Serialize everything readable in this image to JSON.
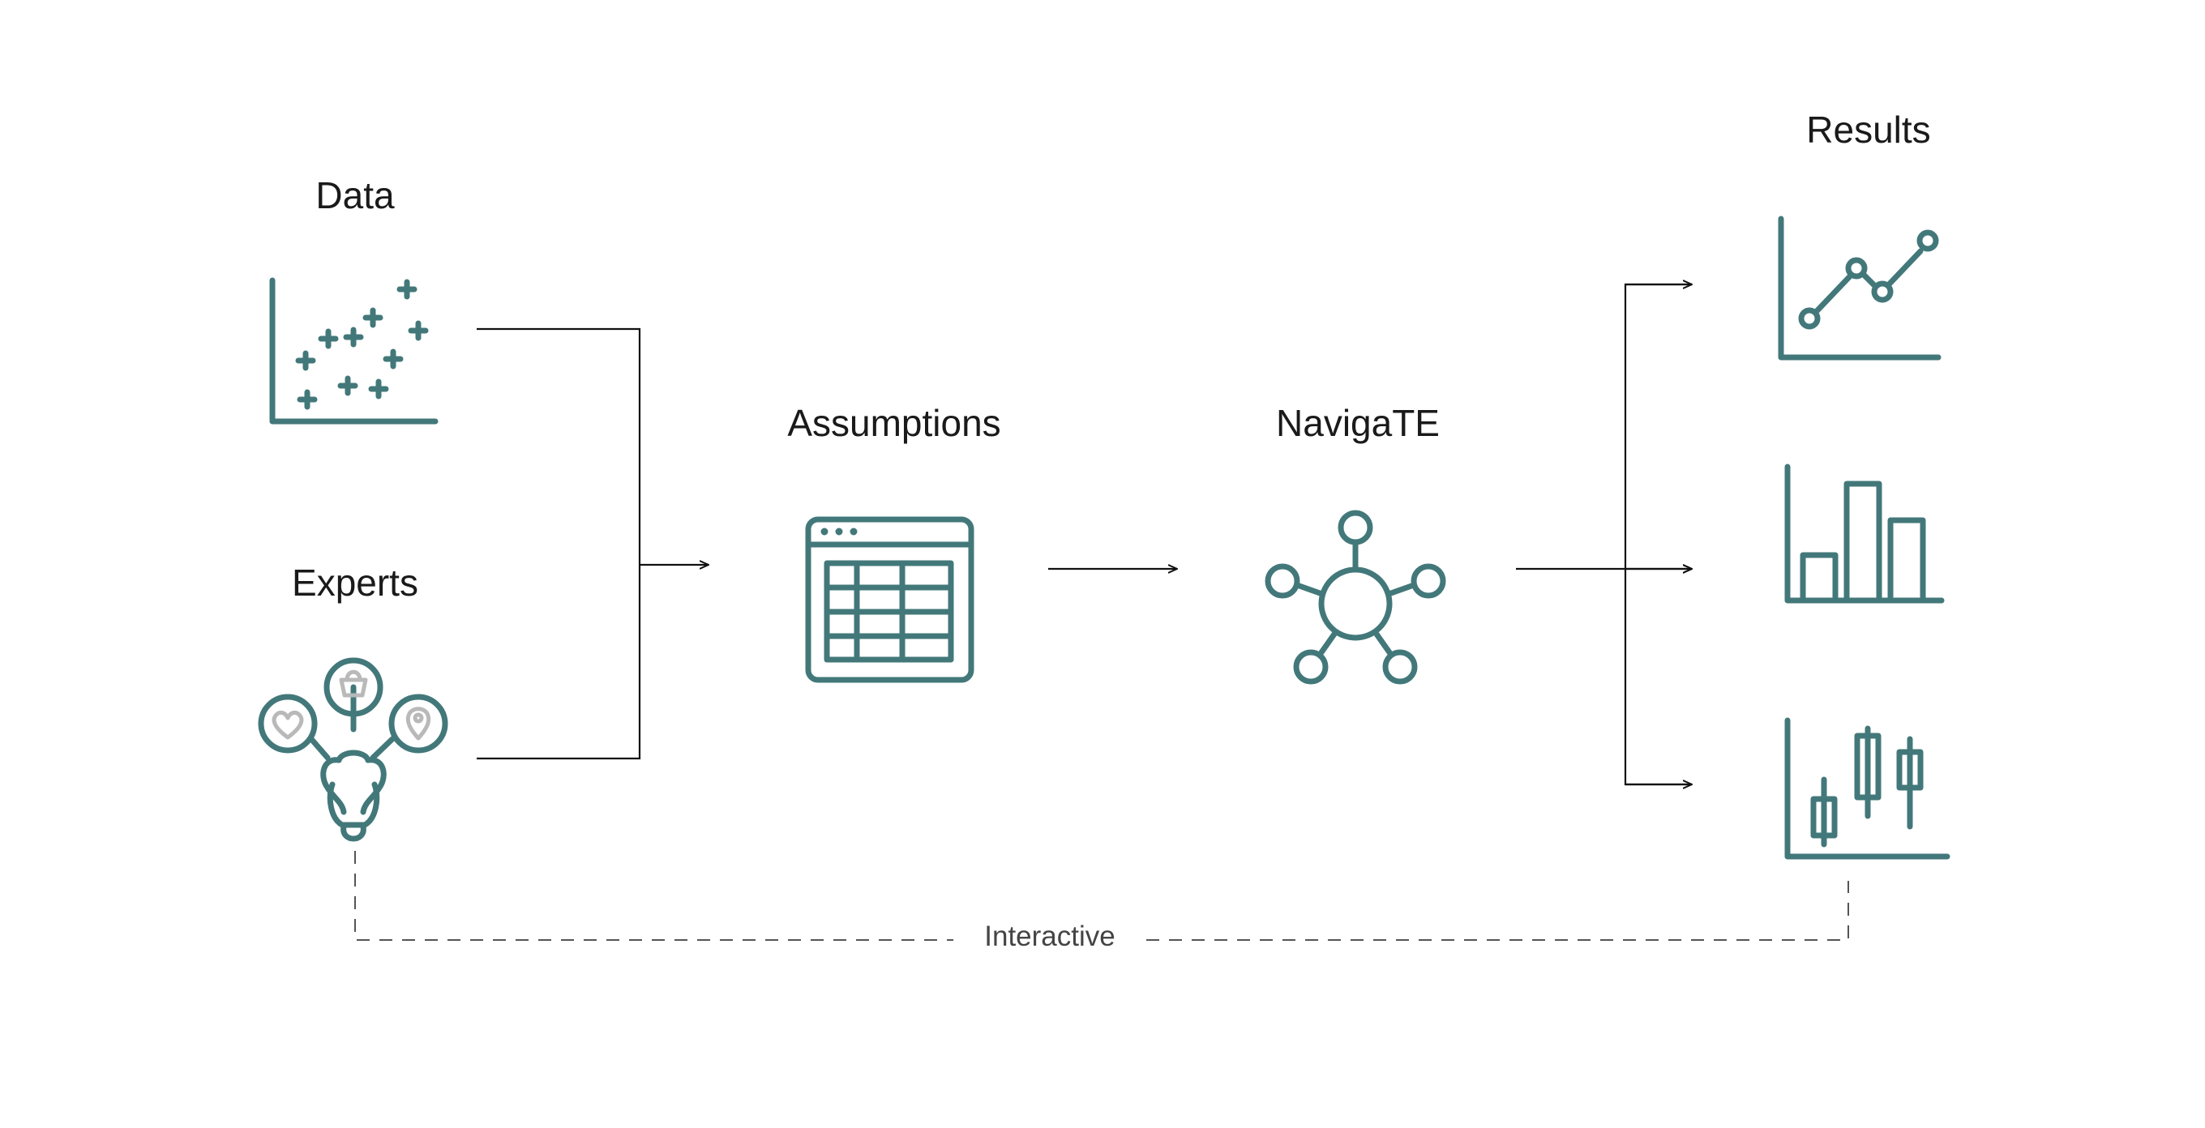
{
  "labels": {
    "data": "Data",
    "experts": "Experts",
    "assumptions": "Assumptions",
    "navigate": "NavigaTE",
    "results": "Results",
    "interactive": "Interactive"
  },
  "icons": {
    "data": "scatter-plot-icon",
    "experts": "expert-network-icon",
    "assumptions": "spreadsheet-window-icon",
    "navigate": "hub-network-icon",
    "results_1": "line-chart-icon",
    "results_2": "bar-chart-icon",
    "results_3": "candlestick-chart-icon"
  },
  "colors": {
    "icon": "#43787a",
    "icon_accent": "#b9b9b9",
    "arrow": "#111111",
    "dashed": "#555555",
    "text": "#1a1a1a"
  }
}
